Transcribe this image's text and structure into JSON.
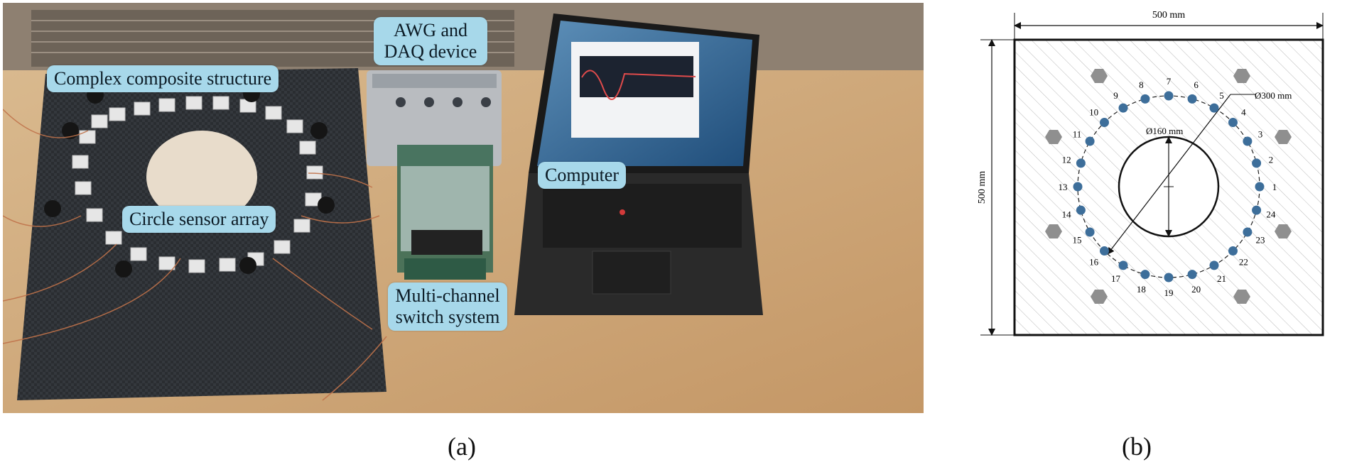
{
  "panel_a": {
    "label": "(a)",
    "callouts": {
      "structure": "Complex composite structure",
      "awg": "AWG and DAQ device",
      "computer": "Computer",
      "array": "Circle sensor array",
      "switch": "Multi-channel switch system"
    }
  },
  "panel_b": {
    "label": "(b)",
    "width_dim": "500 mm",
    "height_dim": "500 mm",
    "outer_diameter": "Ø300 mm",
    "hole_diameter": "Ø160 mm",
    "sensor_count": 24,
    "sensor_color": "#3d6e9a",
    "bolt_color": "#8f8f8f"
  }
}
